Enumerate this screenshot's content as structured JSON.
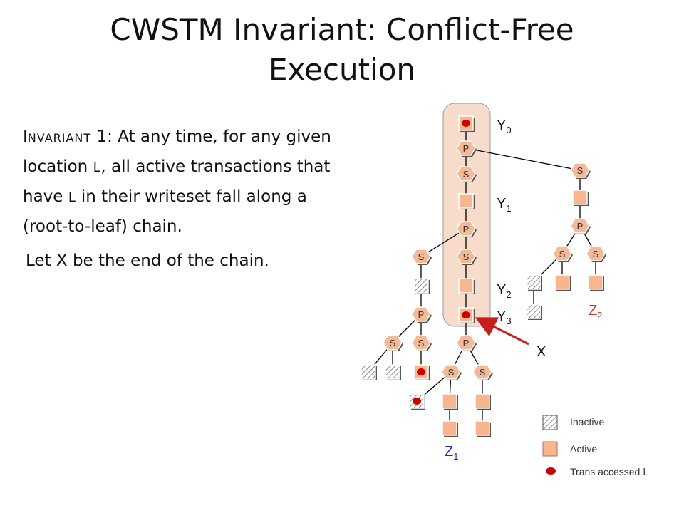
{
  "title": {
    "line1": "CWSTM Invariant: Conflict-Free",
    "line2": "Execution"
  },
  "invariant": {
    "label_big": "I",
    "label_small": "NVARIANT",
    "label_num": " 1:",
    "text_1": " At any time, for any given location ",
    "location": "L",
    "text_2": ", all active transactions that have ",
    "location_2": "L",
    "text_3": " in their writeset fall along a (root-to-leaf) chain."
  },
  "note": "Let X be the end of the chain.",
  "labels": {
    "y0": "Y",
    "y0_sub": "0",
    "y1": "Y",
    "y1_sub": "1",
    "y2": "Y",
    "y2_sub": "2",
    "y3": "Y",
    "y3_sub": "3",
    "z1": "Z",
    "z1_sub": "1",
    "z2": "Z",
    "z2_sub": "2",
    "x": "X"
  },
  "node_letters": {
    "p": "P",
    "s": "S"
  },
  "legend": {
    "inactive": "Inactive",
    "active": "Active",
    "trans_prefix": "Trans accessed ",
    "trans_loc": "L"
  },
  "colors": {
    "active_fill": "#f7b690",
    "node_fill": "#f4b996",
    "chain_fill": "#f8dccb",
    "access_dot": "#cc0000",
    "arrow": "#c81e1e",
    "z_label": "#1f2fb5",
    "z2_label": "#c83a2a"
  }
}
